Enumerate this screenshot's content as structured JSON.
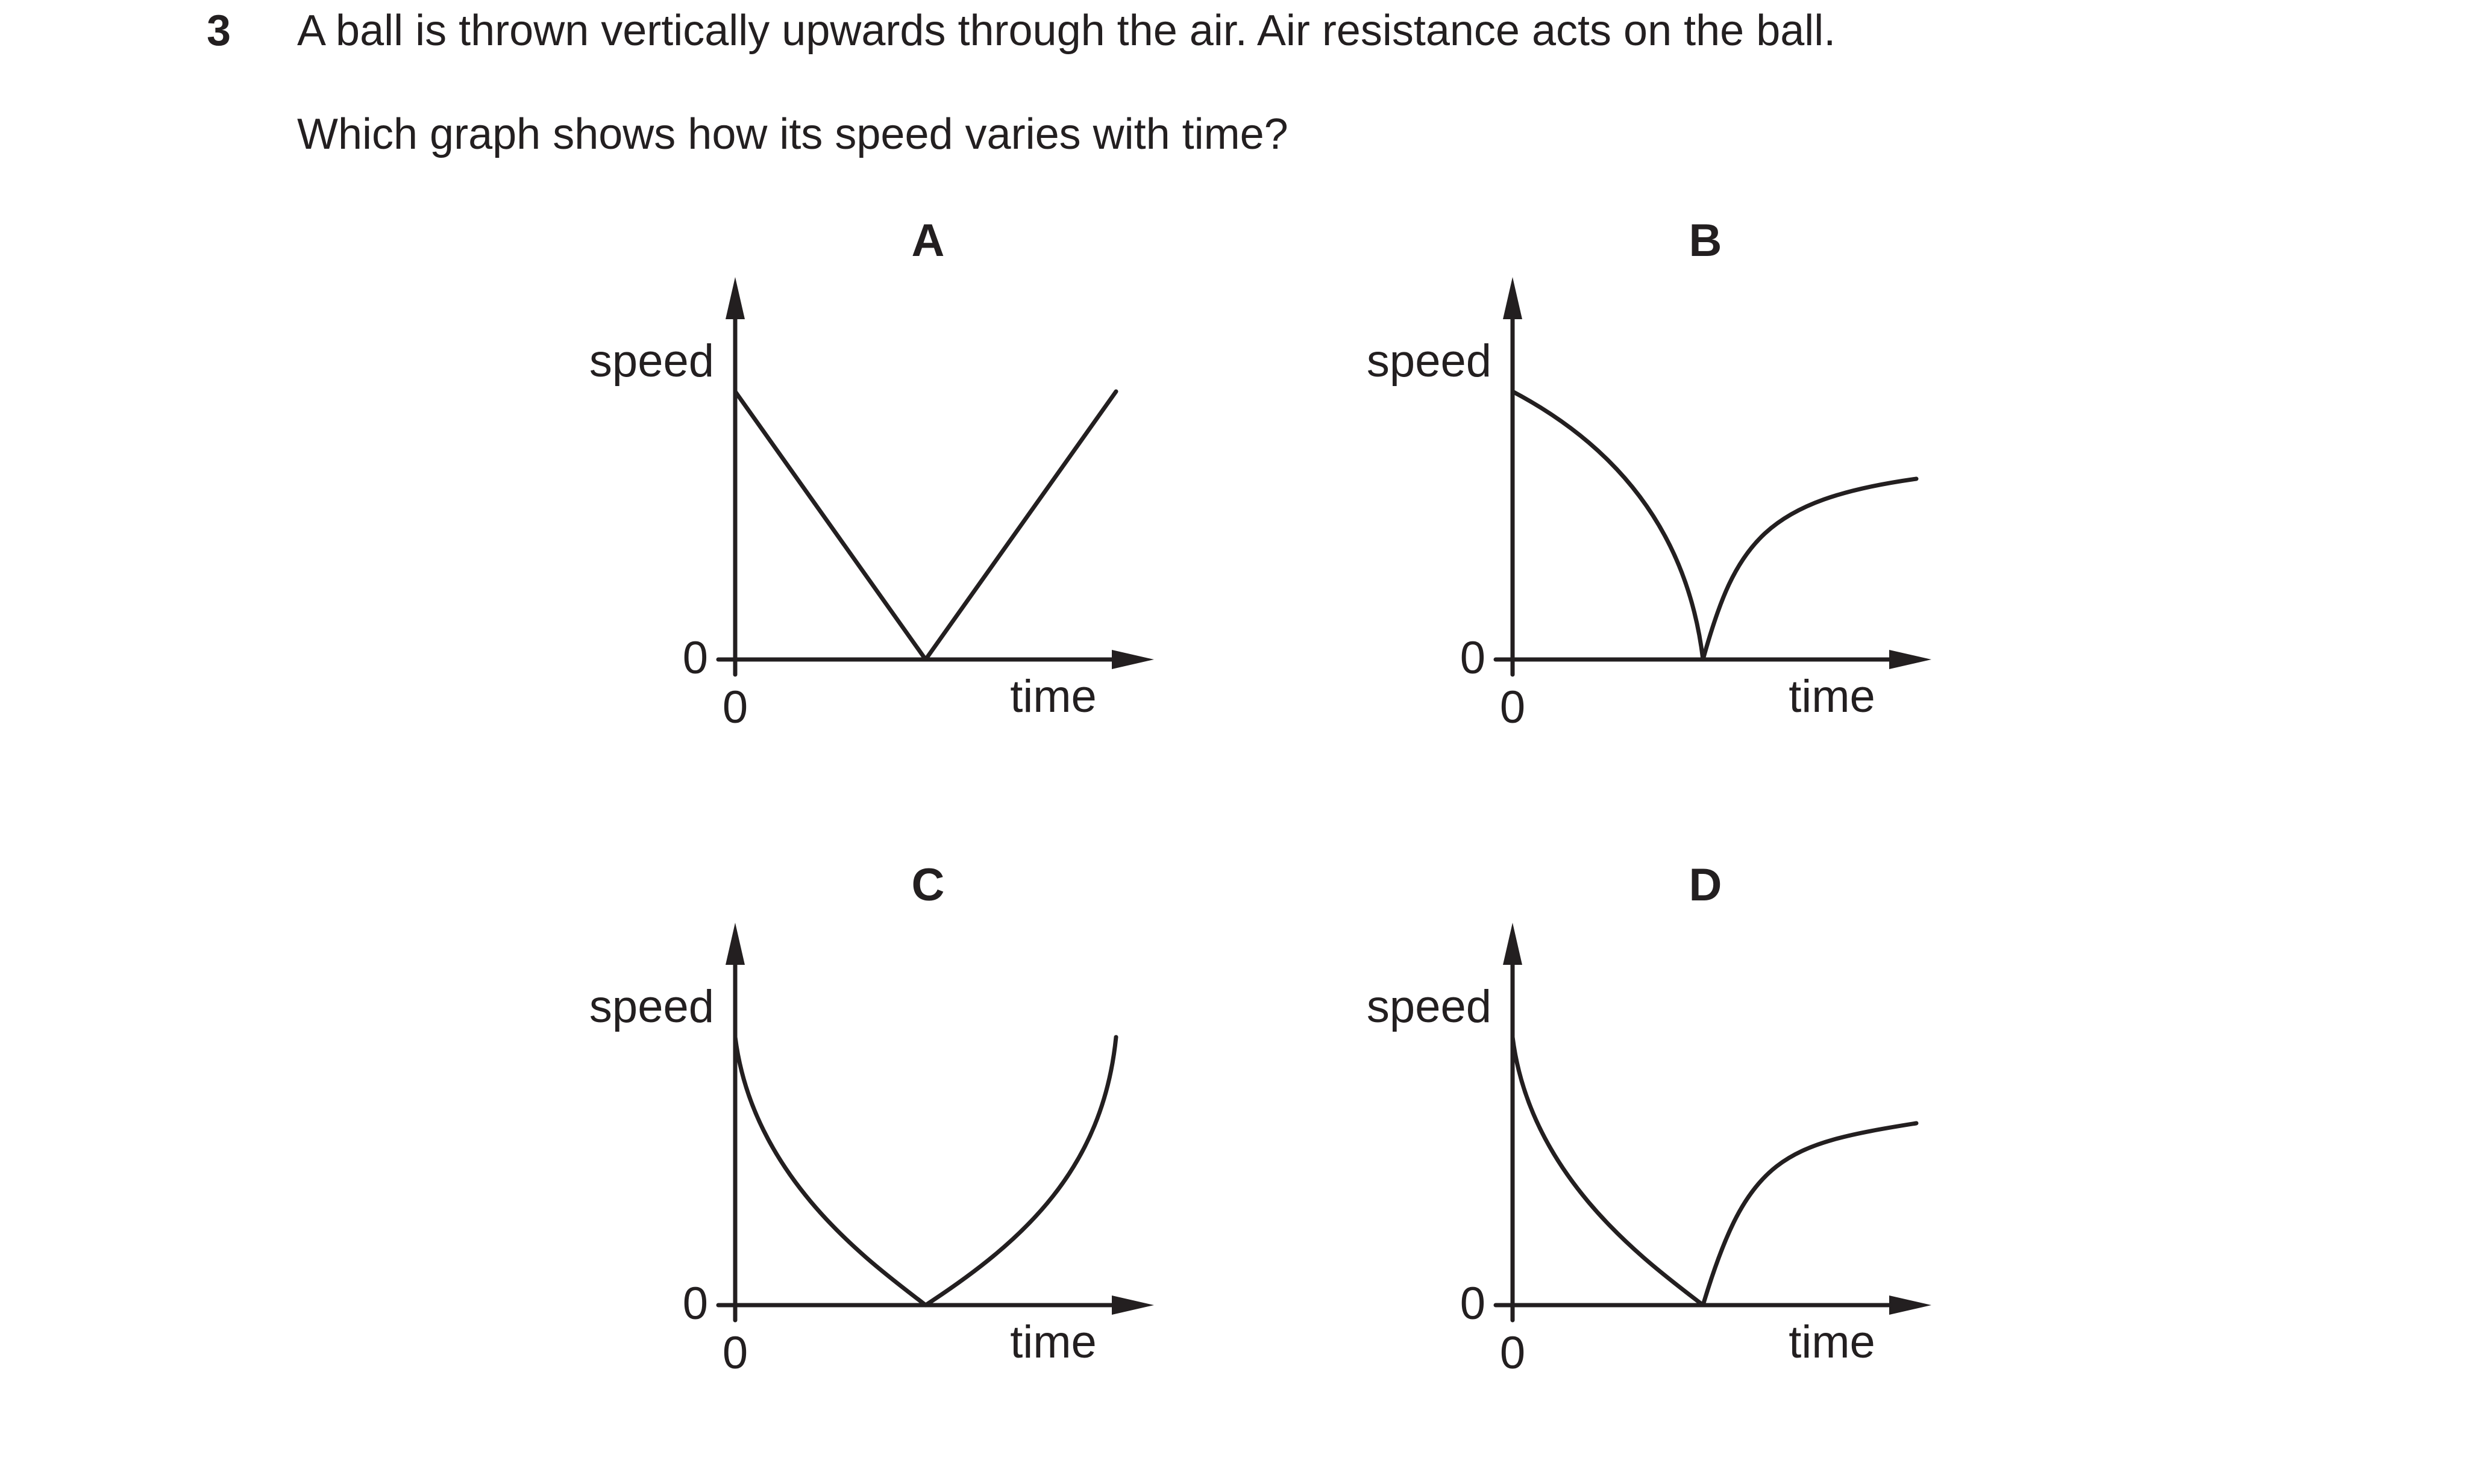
{
  "question": {
    "number": "3",
    "text": "A ball is thrown vertically upwards through the air. Air resistance acts on the ball.",
    "prompt": "Which graph shows how its speed varies with time?"
  },
  "axes": {
    "y_label": "speed",
    "x_label": "time",
    "y_origin_label": "0",
    "x_origin_label": "0"
  },
  "graphs": [
    {
      "option": "A",
      "curve_description": "straight line from high speed down to zero, then straight line back up to the same speed"
    },
    {
      "option": "B",
      "curve_description": "curve falling to zero with increasing steepness, then rising steeply and levelling off below the initial speed"
    },
    {
      "option": "C",
      "curve_description": "curve falling steeply then flattening to zero, then rising back up with increasing steepness to the initial speed"
    },
    {
      "option": "D",
      "curve_description": "curve falling steeply then flattening to zero, then rising and levelling off below the initial speed"
    }
  ]
}
